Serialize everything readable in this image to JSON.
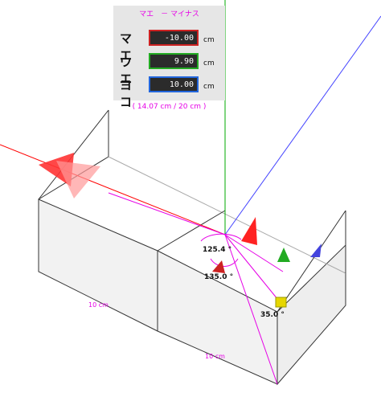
{
  "panel": {
    "title": "マエ　－ マイナス",
    "rows": [
      {
        "label": "マエ",
        "value": "-10.00",
        "unit": "cm",
        "border_color": "#cc2222"
      },
      {
        "label": "ウエ",
        "value": "9.90",
        "unit": "cm",
        "border_color": "#22aa22"
      },
      {
        "label": "ヨコ",
        "value": "10.00",
        "unit": "cm",
        "border_color": "#2266dd"
      }
    ],
    "status": "( 14.07 cm / 20 cm )"
  },
  "scene": {
    "angle_labels": [
      "125.4 °",
      "135.0 °",
      "35.0 °"
    ],
    "dimension_labels": [
      "10 cm",
      "10 cm"
    ],
    "axis_colors": {
      "x": "#ff0000",
      "y": "#00aa00",
      "z": "#4444ff",
      "ray": "#e600e6"
    }
  }
}
